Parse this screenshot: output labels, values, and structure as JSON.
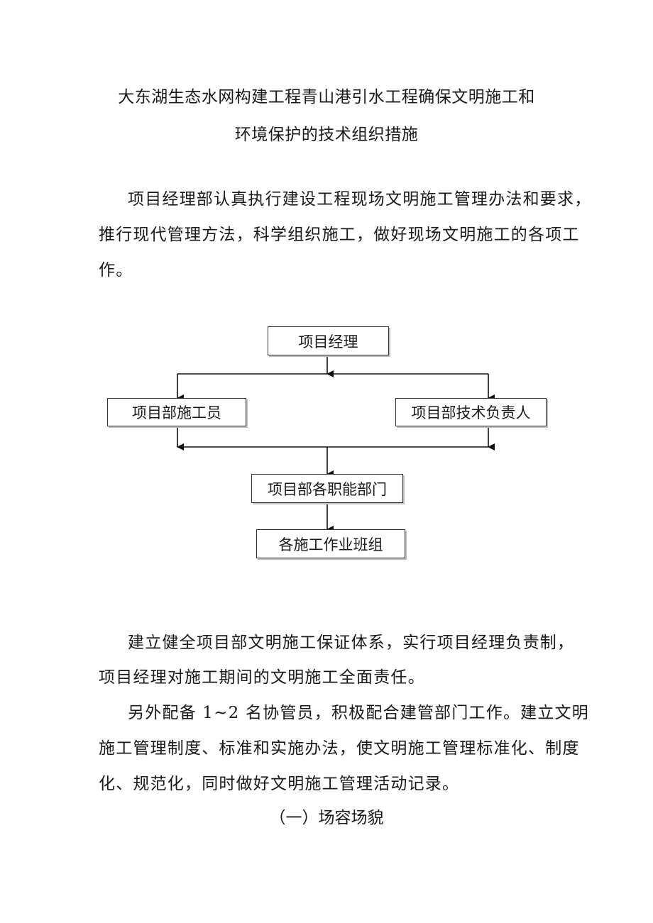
{
  "title": {
    "line1": "大东湖生态水网构建工程青山港引水工程确保文明施工和",
    "line2": "环境保护的技术组织措施"
  },
  "intro": {
    "line1": "项目经理部认真执行建设工程现场文明施工管理办法和要求，",
    "line2": "推行现代管理方法，科学组织施工，做好现场文明施工的各项工",
    "line3": "作。"
  },
  "org_chart": {
    "manager": "项目经理",
    "construction_staff": "项目部施工员",
    "technical_lead": "项目部技术负责人",
    "departments": "项目部各职能部门",
    "teams": "各施工作业班组"
  },
  "body1": {
    "line1": "建立健全项目部文明施工保证体系，实行项目经理负责制，",
    "line2": "项目经理对施工期间的文明施工全面责任。"
  },
  "body2": {
    "line1": "另外配备 1~2 名协管员，积极配合建管部门工作。建立文明",
    "line2": "施工管理制度、标准和实施办法，使文明施工管理标准化、制度",
    "line3": "化、规范化，同时做好文明施工管理活动记录。"
  },
  "section_heading": "（一）场容场貌"
}
